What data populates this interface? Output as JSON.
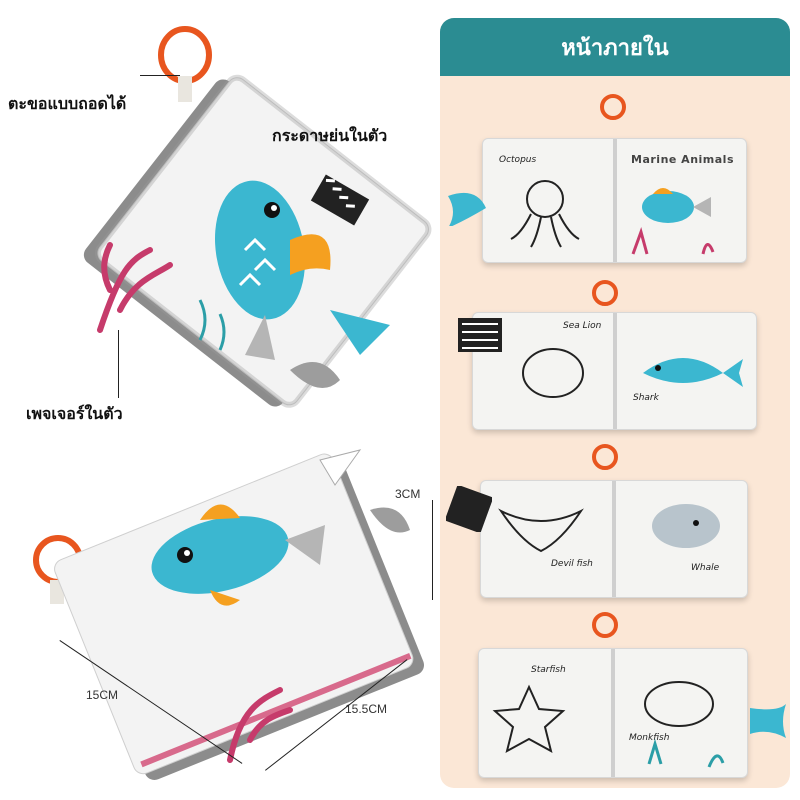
{
  "callouts": {
    "detachable_hook": "ตะขอแบบถอดได้",
    "crinkle_paper": "กระดาษย่นในตัว",
    "built_in_teether": "เพจเจอร์ในตัว"
  },
  "dimensions": {
    "thickness": "3CM",
    "width": "15CM",
    "length": "15.5CM"
  },
  "book": {
    "title": "Marine Animals"
  },
  "panel": {
    "title": "หน้าภายใน"
  },
  "spreads": [
    {
      "left_label": "Octopus",
      "right_label": "Marine Animals"
    },
    {
      "left_label": "Sea Lion",
      "right_label": "Shark"
    },
    {
      "left_label": "Devil fish",
      "right_label": "Whale"
    },
    {
      "left_label": "Starfish",
      "right_label": "Monkfish"
    }
  ],
  "colors": {
    "panel_bg": "#fbe7d6",
    "header_bg": "#2b8c92",
    "ring": "#e8561f",
    "fish_blue": "#3bb7d0",
    "fin_orange": "#f5a020"
  }
}
